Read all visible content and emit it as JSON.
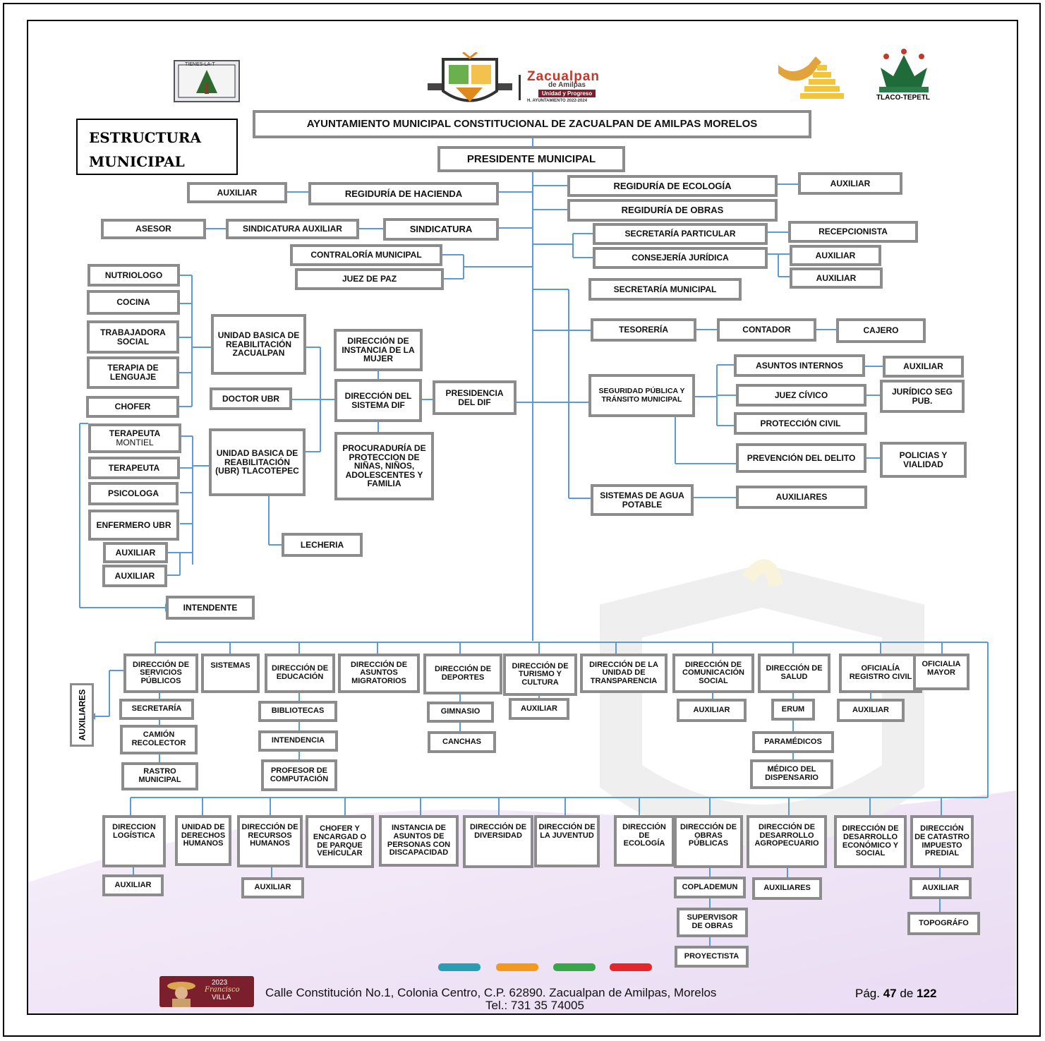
{
  "colors": {
    "line": "#5b9bd5",
    "border": "#8c8c8c",
    "bar1": "#2a9db3",
    "bar2": "#f39a1e",
    "bar3": "#3aa64a",
    "bar4": "#e5262b",
    "accent_purple": "#c9a6df"
  },
  "header": {
    "title_line1": "ESTRUCTURA",
    "title_line2": "MUNICIPAL",
    "ayuntamiento": "AYUNTAMIENTO MUNICIPAL CONSTITUCIONAL  DE ZACUALPAN DE AMILPAS MORELOS",
    "logo_town": "Zacualpan",
    "logo_town_sub": "de Amilpas",
    "logo_slogan": "Unidad y Progreso",
    "logo_period": "H. AYUNTAMIENTO 2022-2024",
    "logo_tlaco": "TLACO-TEPETL",
    "seal_text": "TIENES-LA-T"
  },
  "nodes": {
    "presidente": "PRESIDENTE MUNICIPAL",
    "aux_hacienda": "AUXILIAR",
    "reg_hacienda": "REGIDURÍA DE HACIENDA",
    "reg_ecologia": "REGIDURÍA DE  ECOLOGÍA",
    "aux_ecologia": "AUXILIAR",
    "reg_obras": "REGIDURÍA DE OBRAS",
    "asesor": "ASESOR",
    "sind_aux": "SINDICATURA AUXILIAR",
    "sindicatura": "SINDICATURA",
    "sec_particular": "SECRETARÍA PARTICULAR",
    "recepcionista": "RECEPCIONISTA",
    "contraloria": "CONTRALORÍA MUNICIPAL",
    "juez_paz": "JUEZ DE PAZ",
    "consejeria": "CONSEJERÍA JURÍDICA",
    "aux_cons1": "AUXILIAR",
    "aux_cons2": "AUXILIAR",
    "nutriologo": "NUTRIOLOGO",
    "cocina": "COCINA",
    "trabajadora": "TRABAJADORA SOCIAL",
    "terapia_lenguaje": "TERAPIA DE LENGUAJE",
    "chofer": "CHOFER",
    "ubr_zac": "UNIDAD BASICA DE REABILITACIÓN ZACUALPAN",
    "doctor_ubr": "DOCTOR UBR",
    "dir_mujer": "DIRECCIÓN DE INSTANCIA DE LA MUJER",
    "dir_dif": "DIRECCIÓN DEL SISTEMA DIF",
    "presidencia_dif": "PRESIDENCIA DEL DIF",
    "procuraduria": "PROCURADURÍA DE PROTECCION DE NIÑAS, NIÑOS, ADOLESCENTES Y FAMILIA",
    "terapeuta_montiel_1": "TERAPEUTA",
    "terapeuta_montiel_2": "MONTIEL",
    "terapeuta": "TERAPEUTA",
    "psicologa": "PSICOLOGA",
    "enfermero": "ENFERMERO UBR",
    "aux_ubr1": "AUXILIAR",
    "aux_ubr2": "AUXILIAR",
    "ubr_tlaco": "UNIDAD BASICA DE REABILITACIÓN (UBR) TLACOTEPEC",
    "lecheria": "LECHERIA",
    "intendente": "INTENDENTE",
    "sec_municipal": "SECRETARÍA MUNICIPAL",
    "tesoreria": "TESORERÍA",
    "contador": "CONTADOR",
    "cajero": "CAJERO",
    "asuntos_internos": "ASUNTOS INTERNOS",
    "aux_ai": "AUXILIAR",
    "seguridad": "SEGURIDAD PÚBLICA Y TRÁNSITO MUNICIPAL",
    "juez_civico": "JUEZ CÍVICO",
    "juridico": "JURÍDICO SEG PUB.",
    "proteccion": "PROTECCIÓN CIVIL",
    "prevencion": "PREVENCIÓN DEL DELITO",
    "policias": "POLICIAS Y VIALIDAD",
    "agua": "SISTEMAS DE AGUA POTABLE",
    "auxiliares_agua": "AUXILIARES",
    "auxiliares_vert": "AUXILIARES",
    "d_servicios": "DIRECCIÓN DE SERVICIOS PÚBLICOS",
    "sistemas": "SISTEMAS",
    "d_educacion": "DIRECCIÓN DE EDUCACIÓN",
    "d_migratorios": "DIRECCIÓN DE ASUNTOS MIGRATORIOS",
    "d_deportes": "DIRECCIÓN DE DEPORTES",
    "d_turismo": "DIRECCIÓN DE TURISMO Y CULTURA",
    "d_transparencia": "DIRECCIÓN DE LA UNIDAD DE TRANSPARENCIA",
    "d_comunicacion": "DIRECCIÓN DE COMUNICACIÓN SOCIAL",
    "d_salud": "DIRECCIÓN DE SALUD",
    "of_registro": "OFICIALÍA REGISTRO CIVIL",
    "of_mayor": "OFICIALIA MAYOR",
    "secretaria": "SECRETARÍA",
    "camion": "CAMIÓN RECOLECTOR",
    "rastro": "RASTRO MUNICIPAL",
    "bibliotecas": "BIBLIOTECAS",
    "intendencia": "INTENDENCIA",
    "profesor": "PROFESOR DE COMPUTACIÓN",
    "gimnasio": "GIMNASIO",
    "canchas": "CANCHAS",
    "aux_turismo": "AUXILIAR",
    "aux_comunicacion": "AUXILIAR",
    "erum": "ERUM",
    "paramedicos": "PARAMÉDICOS",
    "medico": "MÉDICO DEL DISPENSARIO",
    "aux_registro": "AUXILIAR",
    "d_logistica": "DIRECCION LOGÍSTICA",
    "u_derechos": "UNIDAD DE DERECHOS HUMANOS",
    "d_rrhh": "DIRECCIÓN DE RECURSOS HUMANOS",
    "chofer_parque": "CHOFER Y ENCARGAD O DE PARQUE VEHÍCULAR",
    "instancia_discapacidad": "INSTANCIA DE ASUNTOS DE PERSONAS CON DISCAPACIDAD",
    "d_diversidad": "DIRECCIÓN DE DIVERSIDAD",
    "d_juventud": "DIRECCIÓN DE LA JUVENTUD",
    "d_ecologia": "DIRECCIÓN DE ECOLOGÍA",
    "d_obras": "DIRECCIÓN DE OBRAS PÚBLICAS",
    "d_agro": "DIRECCIÓN DE DESARROLLO AGROPECUARIO",
    "d_economico": "DIRECCIÓN DE DESARROLLO ECONÓMICO Y SOCIAL",
    "d_catastro": "DIRECCIÓN DE CATASTRO IMPUESTO PREDIAL",
    "aux_logistica": "AUXILIAR",
    "aux_rrhh": "AUXILIAR",
    "coplademun": "COPLADEMUN",
    "auxiliares_agro": "AUXILIARES",
    "aux_catastro": "AUXILIAR",
    "supervisor": "SUPERVISOR DE OBRAS",
    "topografo": "TOPOGRÁFO",
    "proyectista": "PROYECTISTA"
  },
  "footer": {
    "address": "Calle Constitución No.1, Colonia Centro, C.P. 62890. Zacualpan de Amilpas, Morelos",
    "phone": "Tel.: 731 35 74005",
    "page_prefix": "Pág.",
    "page_num": "47",
    "page_of": "de",
    "page_total": "122",
    "badge_year": "2023",
    "badge_name1": "Francisco",
    "badge_name2": "VILLA"
  }
}
